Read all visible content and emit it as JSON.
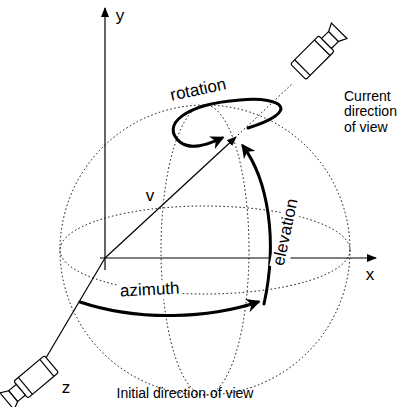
{
  "diagram": {
    "labels": [
      "y",
      "x",
      "z",
      "v",
      "rotation",
      "elevation",
      "azimuth",
      "Current direction of view",
      "Initial direction of view"
    ]
  }
}
